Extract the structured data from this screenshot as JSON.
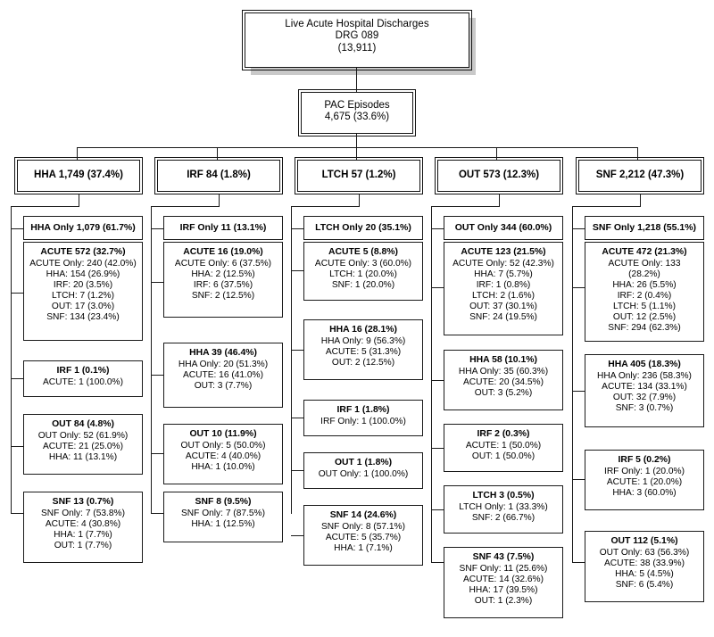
{
  "diagram": {
    "title": "Live Acute Hospital Discharges DRG 089 post-acute care pathway flowchart",
    "root": {
      "line1": "Live Acute Hospital Discharges",
      "line2": "DRG 089",
      "line3": "(13,911)"
    },
    "pac": {
      "line1": "PAC Episodes",
      "line2": "4,675 (33.6%)"
    },
    "columns": [
      {
        "id": "hha",
        "header": "HHA 1,749 (37.4%)",
        "only": "HHA Only 1,079 (61.7%)",
        "leaves": [
          {
            "header": "ACUTE 572 (32.7%)",
            "lines": [
              "ACUTE Only: 240 (42.0%)",
              "HHA: 154 (26.9%)",
              "IRF: 20 (3.5%)",
              "LTCH: 7 (1.2%)",
              "OUT: 17 (3.0%)",
              "SNF: 134 (23.4%)"
            ]
          },
          {
            "header": "IRF 1 (0.1%)",
            "lines": [
              "ACUTE: 1 (100.0%)"
            ]
          },
          {
            "header": "OUT 84 (4.8%)",
            "lines": [
              "OUT Only: 52 (61.9%)",
              "ACUTE: 21 (25.0%)",
              "HHA: 11 (13.1%)"
            ]
          },
          {
            "header": "SNF 13 (0.7%)",
            "lines": [
              "SNF Only: 7 (53.8%)",
              "ACUTE: 4 (30.8%)",
              "HHA: 1 (7.7%)",
              "OUT: 1 (7.7%)"
            ]
          }
        ]
      },
      {
        "id": "irf",
        "header": "IRF 84 (1.8%)",
        "only": "IRF Only 11 (13.1%)",
        "leaves": [
          {
            "header": "ACUTE 16 (19.0%)",
            "lines": [
              "ACUTE Only: 6 (37.5%)",
              "HHA: 2 (12.5%)",
              "IRF: 6 (37.5%)",
              "SNF: 2 (12.5%)"
            ]
          },
          {
            "header": "HHA 39 (46.4%)",
            "lines": [
              "HHA Only: 20 (51.3%)",
              "ACUTE: 16 (41.0%)",
              "OUT: 3 (7.7%)"
            ]
          },
          {
            "header": "OUT 10 (11.9%)",
            "lines": [
              "OUT Only: 5 (50.0%)",
              "ACUTE: 4 (40.0%)",
              "HHA: 1 (10.0%)"
            ]
          },
          {
            "header": "SNF 8 (9.5%)",
            "lines": [
              "SNF Only: 7 (87.5%)",
              "HHA: 1 (12.5%)"
            ]
          }
        ]
      },
      {
        "id": "ltch",
        "header": "LTCH 57 (1.2%)",
        "only": "LTCH Only 20 (35.1%)",
        "leaves": [
          {
            "header": "ACUTE 5 (8.8%)",
            "lines": [
              "ACUTE Only: 3 (60.0%)",
              "LTCH: 1 (20.0%)",
              "SNF: 1 (20.0%)"
            ]
          },
          {
            "header": "HHA 16 (28.1%)",
            "lines": [
              "HHA Only: 9 (56.3%)",
              "ACUTE: 5 (31.3%)",
              "OUT: 2 (12.5%)"
            ]
          },
          {
            "header": "IRF 1 (1.8%)",
            "lines": [
              "IRF Only: 1 (100.0%)"
            ]
          },
          {
            "header": "OUT 1 (1.8%)",
            "lines": [
              "OUT Only: 1 (100.0%)"
            ]
          },
          {
            "header": "SNF 14 (24.6%)",
            "lines": [
              "SNF Only: 8 (57.1%)",
              "ACUTE: 5 (35.7%)",
              "HHA: 1 (7.1%)"
            ]
          }
        ]
      },
      {
        "id": "out",
        "header": "OUT 573 (12.3%)",
        "only": "OUT Only 344 (60.0%)",
        "leaves": [
          {
            "header": "ACUTE 123 (21.5%)",
            "lines": [
              "ACUTE Only: 52 (42.3%)",
              "HHA: 7 (5.7%)",
              "IRF: 1 (0.8%)",
              "LTCH: 2 (1.6%)",
              "OUT: 37 (30.1%)",
              "SNF: 24 (19.5%)"
            ]
          },
          {
            "header": "HHA 58 (10.1%)",
            "lines": [
              "HHA Only: 35 (60.3%)",
              "ACUTE: 20 (34.5%)",
              "OUT: 3 (5.2%)"
            ]
          },
          {
            "header": "IRF 2 (0.3%)",
            "lines": [
              "ACUTE: 1 (50.0%)",
              "OUT: 1 (50.0%)"
            ]
          },
          {
            "header": "LTCH 3 (0.5%)",
            "lines": [
              "LTCH Only: 1 (33.3%)",
              "SNF: 2 (66.7%)"
            ]
          },
          {
            "header": "SNF 43 (7.5%)",
            "lines": [
              "SNF Only: 11 (25.6%)",
              "ACUTE: 14 (32.6%)",
              "HHA: 17 (39.5%)",
              "OUT: 1 (2.3%)"
            ]
          }
        ]
      },
      {
        "id": "snf",
        "header": "SNF 2,212 (47.3%)",
        "only": "SNF Only 1,218 (55.1%)",
        "leaves": [
          {
            "header": "ACUTE 472 (21.3%)",
            "lines": [
              "ACUTE Only: 133",
              "(28.2%)",
              "HHA: 26 (5.5%)",
              "IRF: 2 (0.4%)",
              "LTCH: 5 (1.1%)",
              "OUT: 12 (2.5%)",
              "SNF: 294 (62.3%)"
            ]
          },
          {
            "header": "HHA 405 (18.3%)",
            "lines": [
              "HHA Only: 236 (58.3%)",
              "ACUTE: 134 (33.1%)",
              "OUT: 32 (7.9%)",
              "SNF: 3 (0.7%)"
            ]
          },
          {
            "header": "IRF 5 (0.2%)",
            "lines": [
              "IRF Only: 1 (20.0%)",
              "ACUTE: 1 (20.0%)",
              "HHA: 3 (60.0%)"
            ]
          },
          {
            "header": "OUT 112 (5.1%)",
            "lines": [
              "OUT Only: 63 (56.3%)",
              "ACUTE: 38 (33.9%)",
              "HHA: 5 (4.5%)",
              "SNF: 6 (5.4%)"
            ]
          }
        ]
      }
    ]
  }
}
